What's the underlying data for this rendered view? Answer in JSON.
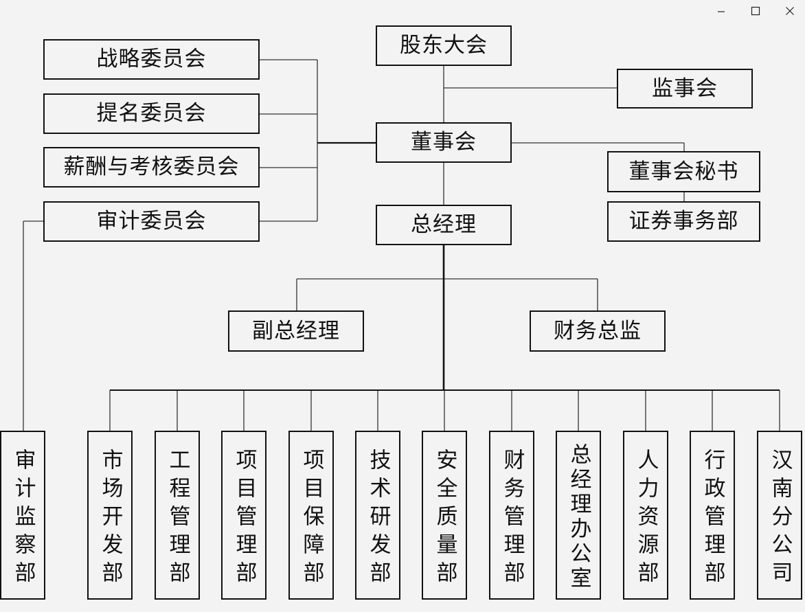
{
  "window": {
    "minimize_icon": "minimize-icon",
    "maximize_icon": "maximize-icon",
    "close_icon": "close-icon"
  },
  "colors": {
    "background": "#f3f3f3",
    "border": "#111111",
    "line": "#333333"
  },
  "org": {
    "shareholders": "股东大会",
    "supervisors": "监事会",
    "board": "董事会",
    "board_secretary": "董事会秘书",
    "securities_dept": "证券事务部",
    "general_manager": "总经理",
    "committees": [
      "战略委员会",
      "提名委员会",
      "薪酬与考核委员会",
      "审计委员会"
    ],
    "deputy_gm": "副总经理",
    "cfo": "财务总监",
    "departments": [
      "审计监察部",
      "市场开发部",
      "工程管理部",
      "项目管理部",
      "项目保障部",
      "技术研发部",
      "安全质量部",
      "财务管理部",
      "总经理办公室",
      "人力资源部",
      "行政管理部",
      "汉南分公司"
    ]
  }
}
